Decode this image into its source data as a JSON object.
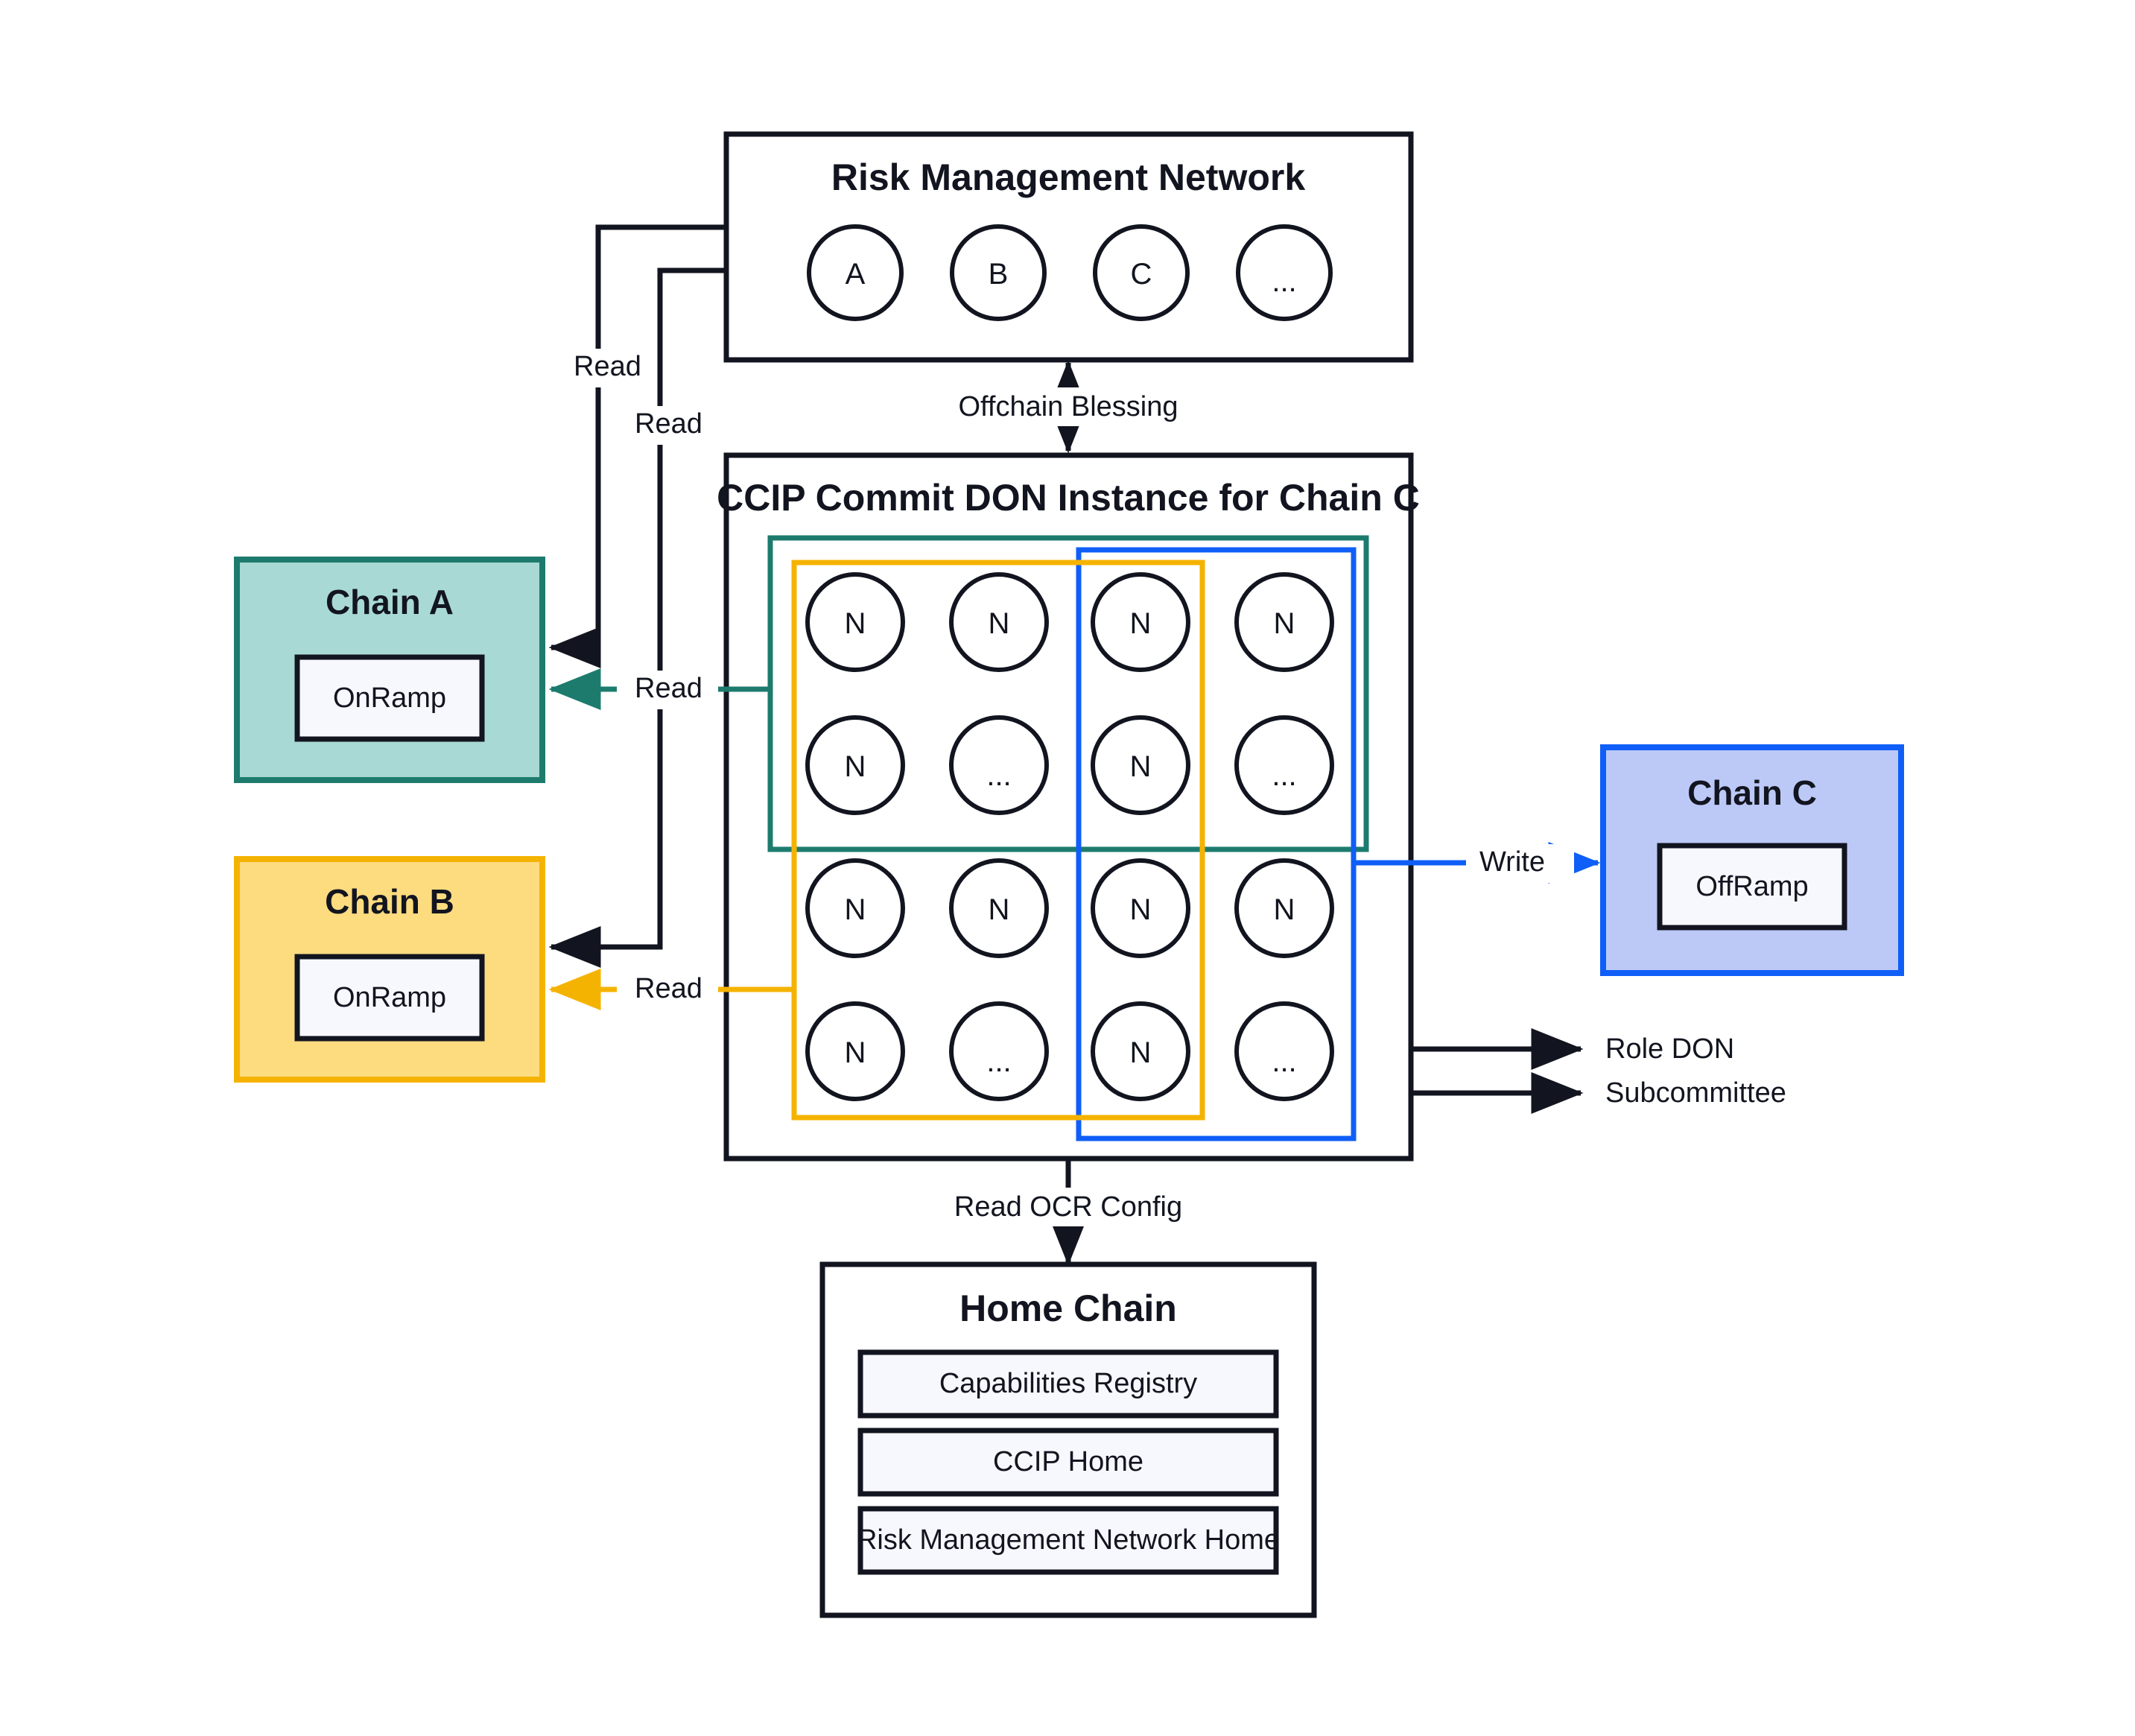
{
  "diagram": {
    "title_internal": "CCIP Commit DON Architecture",
    "background": "#ffffff",
    "colors": {
      "ink": "#12151f",
      "teal_stroke": "#1d7b6e",
      "teal_fill": "#a9d9d4",
      "yellow_stroke": "#f5b301",
      "yellow_fill": "#fddb7f",
      "blue_stroke": "#0f5ef7",
      "blue_fill": "#bcc9f7",
      "panel_fill": "#f7f8fd"
    }
  },
  "risk_management_network": {
    "title": "Risk Management Network",
    "nodes": [
      "A",
      "B",
      "C",
      "..."
    ]
  },
  "commit_don": {
    "title": "CCIP Commit DON Instance for Chain C",
    "grid": {
      "rows": 4,
      "cols": 4,
      "labels": [
        [
          "N",
          "N",
          "N",
          "N"
        ],
        [
          "N",
          "...",
          "N",
          "..."
        ],
        [
          "N",
          "N",
          "N",
          "N"
        ],
        [
          "N",
          "...",
          "N",
          "..."
        ]
      ]
    },
    "overlays": [
      {
        "name": "teal-overlay",
        "color": "#1d7b6e"
      },
      {
        "name": "yellow-overlay",
        "color": "#f5b301"
      },
      {
        "name": "blue-overlay",
        "color": "#0f5ef7"
      }
    ]
  },
  "chains": {
    "chain_a": {
      "title": "Chain A",
      "contract": "OnRamp"
    },
    "chain_b": {
      "title": "Chain B",
      "contract": "OnRamp"
    },
    "chain_c": {
      "title": "Chain C",
      "contract": "OffRamp"
    }
  },
  "home_chain": {
    "title": "Home Chain",
    "contracts": [
      "Capabilities Registry",
      "CCIP Home",
      "Risk Management Network Home"
    ]
  },
  "edges": {
    "rmn_to_chain_a": "Read",
    "rmn_to_chain_b": "Read",
    "don_to_chain_a": "Read",
    "don_to_chain_b": "Read",
    "don_to_chain_c": "Write",
    "rmn_blessing": "Offchain Blessing",
    "don_to_home": "Read OCR Config"
  },
  "legend": {
    "role_don": "Role DON",
    "subcommittee": "Subcommittee"
  }
}
